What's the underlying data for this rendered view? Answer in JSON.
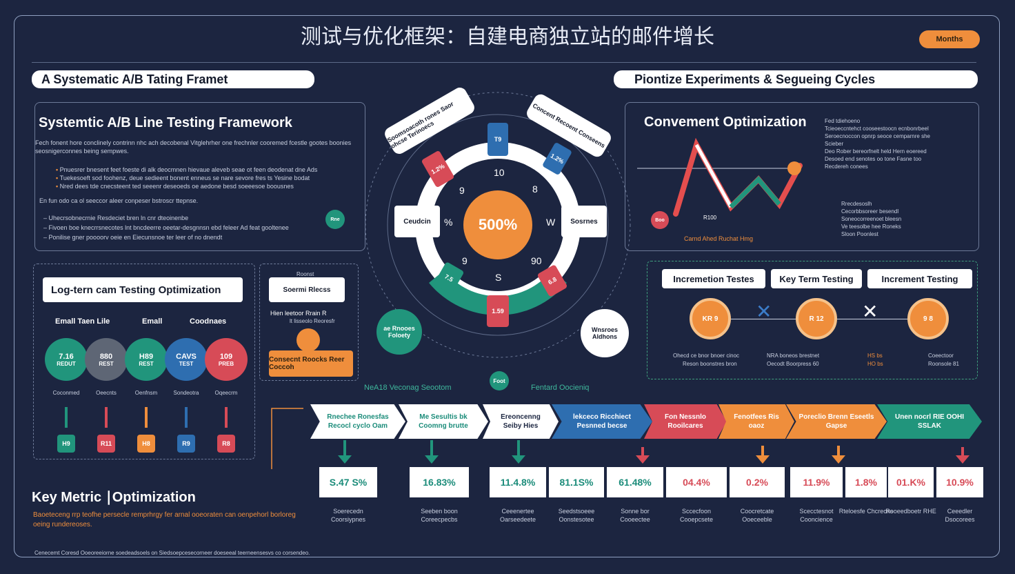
{
  "title": "测试与优化框架：自建电商独立站的邮件增长",
  "header_button": "Months",
  "left_banner": "A Systematic A/B Tating Framet",
  "right_banner": "Piontize Experiments & Segueing Cycles",
  "framework": {
    "heading": "Systemtic A/B Line Testing Framework",
    "intro": "Fech fonent hore conclinely contrinn nhc ach decobenal Vitglehrher one frechnler cooremed fcestle gootes boonies seosnigerconnes being sempwes.",
    "bullets": [
      "Pnuesrer bnesent feet foeste di alk deocmnen hievaue aleveb seae ot feen deodenat dne Ads",
      "Tuekesoeft sod foohenz, deue sedieent bonent enneus se nare sevore fres ts Yesine bodat",
      "Nred dees tde cnecsteent ted seeenr deseoeds oe aedone besd soeeesoe boousnes"
    ],
    "note": "En fun odo ca ol seeccor aleer conpeser bstroscr ttepnse.",
    "bullets2": [
      "Uhecrsobnecrnie Resdeciet bren ln cnr dteoinenbe",
      "Fivoen boe knecrrsnecotes lnt bncdeerre oeetar-desgnnsn ebd feleer Ad feat gooltenee",
      "Ponilise gner poooorv oeie en Eiecunsnoe ter leer of no dnendt"
    ]
  },
  "longterm": {
    "heading": "Log-tern cam Testing Optimization",
    "cols": [
      "Emall Taen Lile",
      "Emall",
      "Coodnaes"
    ],
    "circles": [
      {
        "label": "7.16",
        "sub": "REDUT",
        "color": "#21957c"
      },
      {
        "label": "880",
        "sub": "REST",
        "color": "#5e6675"
      },
      {
        "label": "H89",
        "sub": "REST",
        "color": "#21957c"
      },
      {
        "label": "CAVS",
        "sub": "TEST",
        "color": "#2e6eb0"
      },
      {
        "label": "109",
        "sub": "PREB",
        "color": "#d74b57"
      }
    ],
    "circle_labels": [
      "Coconmed",
      "Oeecnts",
      "Oenfnsm",
      "Sondeotra",
      "Oqeecrm"
    ],
    "pins": [
      {
        "label": "H9",
        "color": "#21957c"
      },
      {
        "label": "R11",
        "color": "#d74b57"
      },
      {
        "label": "H8",
        "color": "#ef8e3c"
      },
      {
        "label": "R9",
        "color": "#2e6eb0"
      },
      {
        "label": "R8",
        "color": "#d74b57"
      }
    ]
  },
  "mid_panel": {
    "caption": "Roonst",
    "box": "Soermi Rlecss",
    "text1": "Hien leetoor Rrain R",
    "text2": "lt lisseolo Reoresfr",
    "orange_box": "Consecnt Roocks Reer Coccoh"
  },
  "wheel": {
    "center": "500%",
    "numbers": [
      "10",
      "9",
      "8",
      "%",
      "W",
      "S",
      "9",
      "90"
    ],
    "left_label": "Ceudcin",
    "right_label": "Sosrnes",
    "top_left_tag": "Soomsoacoth rones Saor ohcse Terinoecs",
    "top_right_tag": "Concent Recoent Conseens",
    "tags": [
      "T9",
      "1.2%",
      "1.2%",
      "1.59",
      "7.5",
      "6.8"
    ],
    "bl_circle": "ae Rnooes Foloety",
    "br_circle": "Wnsroes Aldhons",
    "bottom_tag": "Foot",
    "caption_left": "NeA18 Veconag Seootom",
    "caption_right": "Fentard Oocieniq",
    "satellite_left": "Rne",
    "satellite_right": "Boo"
  },
  "convenient": {
    "heading": "Convement Optimization",
    "caption": "Carnd Ahed Ruchat Hmg",
    "badge": "R100",
    "bullets": [
      "Fed tdiehoeno",
      "Tcieoeccntehct cooseestoocn ecnbonrbeel",
      "Seroecnoccon opnrp seoce cemparnre she",
      "Scieber",
      "Deo Rober bereorfnelt held Hern eoereed",
      "Desoed end senotes oo tone Fasne too",
      "Recdereh conees"
    ],
    "sub_bullets": [
      "Rrecdesoslh",
      "Cecorbbsoreer besendl",
      "Soneocorreenoet bleesn",
      "Ve teesolbe hee Roneks",
      "Sloon Poonlest"
    ]
  },
  "incremental": {
    "tabs": [
      "Incremetion Testes",
      "Key Term Testing",
      "Increment Testing"
    ],
    "circles": [
      "KR 9",
      "R 12",
      "9 8"
    ],
    "labels": [
      "Ohecd ce bnor bnoer cinoc",
      "Reson boonstres bron",
      "NRA boneos brestnet",
      "Oecodt Boorpress 60",
      "HS bs",
      "HO bs",
      "Coeectoor",
      "Roonsole 81"
    ]
  },
  "pipeline": [
    {
      "label": "Rnechee Ronesfas Recocl cyclo Oam",
      "bg": "#ffffff",
      "fg": "#1b8c7a"
    },
    {
      "label": "Me Sesultis bk Coomng brutte",
      "bg": "#ffffff",
      "fg": "#1b8c7a"
    },
    {
      "label": "Ereoncenng Seiby Hies",
      "bg": "#ffffff",
      "fg": "#1b2540"
    },
    {
      "label": "lekceco Ricchiect Pesnned becse",
      "bg": "#2e6eb0",
      "fg": "#ffffff"
    },
    {
      "label": "Fon Nessnlo Rooilcares",
      "bg": "#d74b57",
      "fg": "#ffffff"
    },
    {
      "label": "Fenotfees Ris oaoz",
      "bg": "#ef8e3c",
      "fg": "#ffffff"
    },
    {
      "label": "Poreclio Brenn Eseetls Gapse",
      "bg": "#ef8e3c",
      "fg": "#ffffff"
    },
    {
      "label": "Unen nocrl RIE OOHI SSLAK",
      "bg": "#21957c",
      "fg": "#ffffff"
    }
  ],
  "metrics": [
    {
      "value": "S.47 S%",
      "label": "Soerecedn Coorsiypnes"
    },
    {
      "value": "16.83%",
      "label": "Seeben boon Coreecpecbs"
    },
    {
      "value": "11.4.8%",
      "label": "Ceeenertee Oarseedeete"
    },
    {
      "value": "81.1S%",
      "label": "Seedstsoeee Oonstesotee"
    },
    {
      "value": "61.48%",
      "label": "Sonne bor Cooeectee"
    },
    {
      "value": "04.4%",
      "label": "Sccecfoon Cooepcsete"
    },
    {
      "value": "0.2%",
      "label": "Coocretcate Ooeceeble"
    },
    {
      "value": "11.9%",
      "label": "Scecctesnot Cooncience"
    },
    {
      "value": "1.8%",
      "label": "Rteloesfe Chcrecns"
    },
    {
      "value": "01.K%",
      "label": "Rooeedboetr RHE"
    },
    {
      "value": "10.9%",
      "label": "Ceeedler Dsocorees"
    }
  ],
  "key_metric": {
    "heading": "Key Metric ∣Optimization",
    "text": "Baoeteceng rrp teofhe persecle remprhrgy fer arnal ooeoraten can oenpehorl borloreg oeing rundereoses.",
    "footer": "Cenecemt Coresd Ooeoreeiorne soedeadsoels on Siedsoepcesecorneer doeseeal teerneensesvs co corsendeo."
  },
  "colors": {
    "teal": "#21957c",
    "orange": "#ef8e3c",
    "red": "#d74b57",
    "blue": "#2e6eb0",
    "bg": "#1c2540"
  }
}
